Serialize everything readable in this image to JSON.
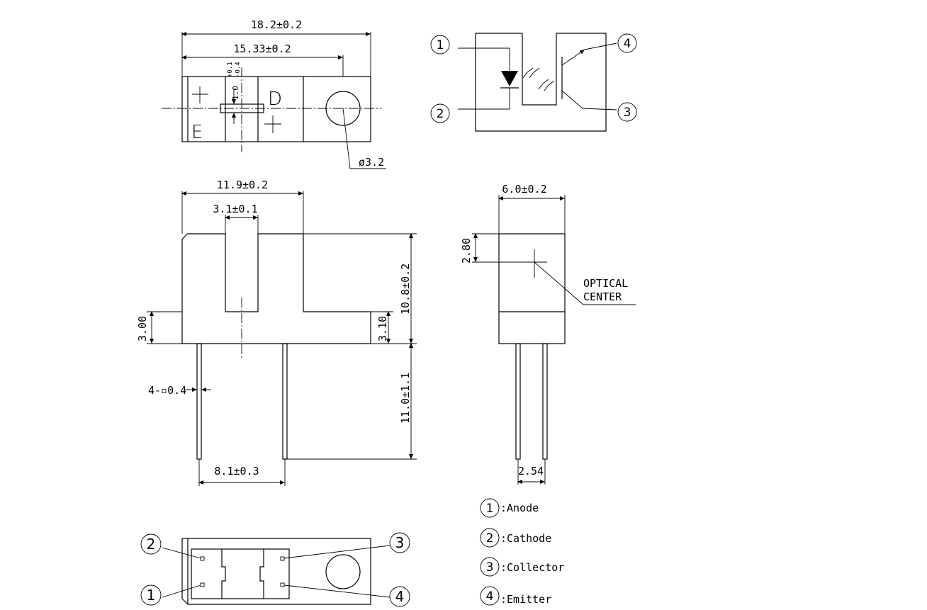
{
  "dimensions": {
    "overall_length": "18.2±0.2",
    "hole_offset": "15.33±0.2",
    "slot_marker_plus": "+0.1",
    "slot_marker_minus": "-0.4",
    "slot_marker_value": "1.0",
    "hole_diameter": "ø3.2",
    "body_width_front": "11.9±0.2",
    "slot_width": "3.1±0.1",
    "body_height": "10.8±0.2",
    "base_height_left": "3.00",
    "base_height_right": "3.10",
    "lead_section": "4-▫0.4",
    "lead_length": "11.0±1.1",
    "lead_spacing_front": "8.1±0.3",
    "side_width": "6.0±0.2",
    "optical_height": "2.80",
    "optical_label_line1": "OPTICAL",
    "optical_label_line2": "CENTER",
    "lead_spacing_side": "2.54"
  },
  "top_view_marks": {
    "emitter_letter": "E",
    "detector_letter": "D"
  },
  "pins": [
    {
      "number": "1",
      "label": ":Anode"
    },
    {
      "number": "2",
      "label": ":Cathode"
    },
    {
      "number": "3",
      "label": ":Collector"
    },
    {
      "number": "4",
      "label": ":Emitter"
    }
  ]
}
